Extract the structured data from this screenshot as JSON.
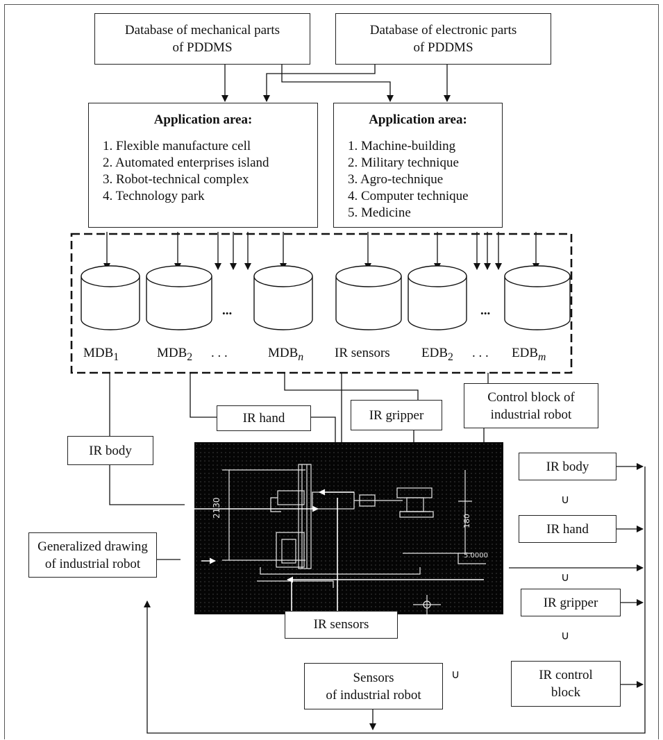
{
  "top_boxes": {
    "mechanical_db": [
      "Database of mechanical parts",
      "of PDDMS"
    ],
    "electronic_db": [
      "Database of electronic parts",
      "of PDDMS"
    ]
  },
  "application_left": {
    "title": "Application area:",
    "items": [
      "1. Flexible manufacture cell",
      "2. Automated enterprises island",
      "3. Robot-technical complex",
      "4. Technology park"
    ]
  },
  "application_right": {
    "title": "Application area:",
    "items": [
      "1. Machine-building",
      "2. Military technique",
      "3. Agro-technique",
      "4. Computer technique",
      "5. Medicine"
    ]
  },
  "databases": {
    "mdb1": {
      "base": "MDB",
      "sub": "1"
    },
    "mdb2": {
      "base": "MDB",
      "sub": "2"
    },
    "dots1": ". . .",
    "mdbn": {
      "base": "MDB",
      "sub": "n"
    },
    "ir_sensors": "IR sensors",
    "edb2": {
      "base": "EDB",
      "sub": "2"
    },
    "dots2": ". . .",
    "edbm": {
      "base": "EDB",
      "sub": "m"
    },
    "ellipsis": "..."
  },
  "mid_boxes": {
    "ir_hand": "IR hand",
    "ir_gripper": "IR gripper",
    "control_block": [
      "Control block of",
      "industrial robot"
    ],
    "ir_body": "IR body",
    "generalized": [
      "Generalized drawing",
      "of industrial robot"
    ],
    "sensors_ir": "Sensors",
    "sensors_ir2": "of industrial robot",
    "ir_sensors_overlay": "IR  sensors"
  },
  "right_column": {
    "ir_body": "IR body",
    "ir_hand": "IR hand",
    "ir_gripper": "IR gripper",
    "ir_control": [
      "IR control",
      "block"
    ],
    "union": "∪"
  },
  "drawing_labels": {
    "dim1": "2130",
    "dim2": "180",
    "dim3": "5.0000"
  }
}
